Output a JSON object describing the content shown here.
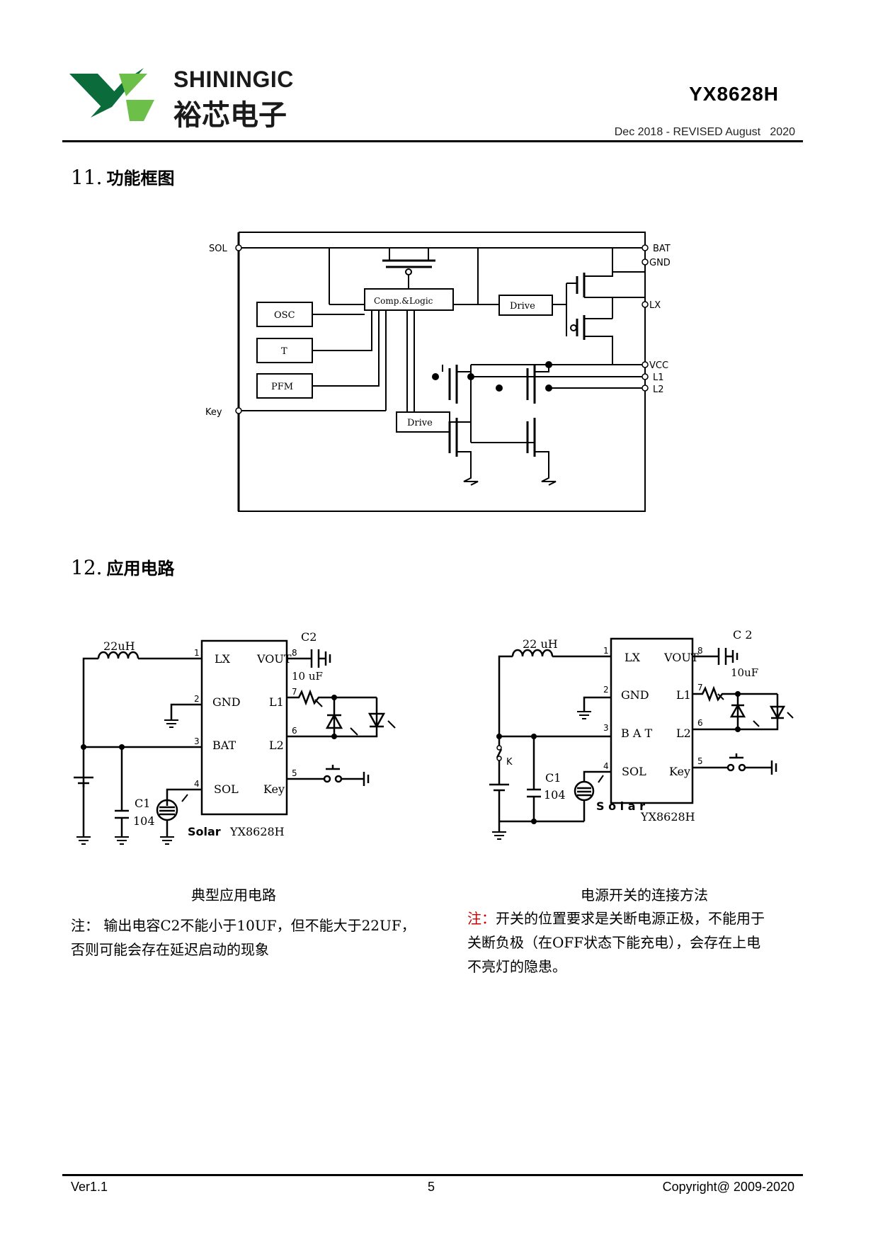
{
  "header": {
    "logo_en": "SHININGIC",
    "logo_cn": "裕芯电子",
    "part_number": "YX8628H",
    "revision": "Dec 2018 - REVISED August   2020",
    "logo_colors": {
      "dark_green": "#0b6b3a",
      "light_green": "#6cc04a"
    }
  },
  "sections": {
    "s11": {
      "num": "11.",
      "title": "功能框图"
    },
    "s12": {
      "num": "12.",
      "title": "应用电路"
    }
  },
  "block_diagram": {
    "pins_left": [
      "SOL",
      "Key"
    ],
    "pins_right": [
      "BAT",
      "GND",
      "LX",
      "VCC",
      "L1",
      "L2"
    ],
    "blocks": [
      "OSC",
      "T",
      "PFM",
      "Comp.&Logic",
      "Drive",
      "Drive"
    ]
  },
  "circuit_left": {
    "inductor": "22uH",
    "cap_out": "C2",
    "cap_out_value": "10 uF",
    "cap_in": "C1",
    "cap_in_value": "104",
    "solar": "Solar",
    "chip": "YX8628H",
    "pins_left": [
      "LX",
      "GND",
      "BAT",
      "SOL"
    ],
    "pins_right": [
      "VOUT",
      "L1",
      "L2",
      "Key"
    ],
    "pin_nums_left": [
      "1",
      "2",
      "3",
      "4"
    ],
    "pin_nums_right": [
      "8",
      "7",
      "6",
      "5"
    ]
  },
  "circuit_right": {
    "inductor": "22 uH",
    "cap_out": "C 2",
    "cap_out_value": "10uF",
    "cap_in": "C1",
    "cap_in_value": "104",
    "switch": "K",
    "solar": "S o l a r",
    "chip": "YX8628H",
    "pins_left": [
      "LX",
      "GND",
      "B A T",
      "SOL"
    ],
    "pins_right": [
      "VOUT",
      "L1",
      "L2",
      "Key"
    ],
    "pin_nums_left": [
      "1",
      "2",
      "3",
      "4"
    ],
    "pin_nums_right": [
      "8",
      "7",
      "6",
      "5"
    ]
  },
  "captions": {
    "left": "典型应用电路",
    "right": "电源开关的连接方法"
  },
  "notes": {
    "left_line1": "注： 输出电容C2不能小于10UF，但不能大于22UF，",
    "left_line2": "否则可能会存在延迟启动的现象",
    "right_prefix": "注：",
    "right_line1": "开关的位置要求是关断电源正极，不能用于",
    "right_line2": "关断负极（在OFF状态下能充电），会存在上电",
    "right_line3": "不亮灯的隐患。"
  },
  "footer": {
    "version": "Ver1.1",
    "page": "5",
    "copyright": "Copyright@ 2009-2020"
  }
}
